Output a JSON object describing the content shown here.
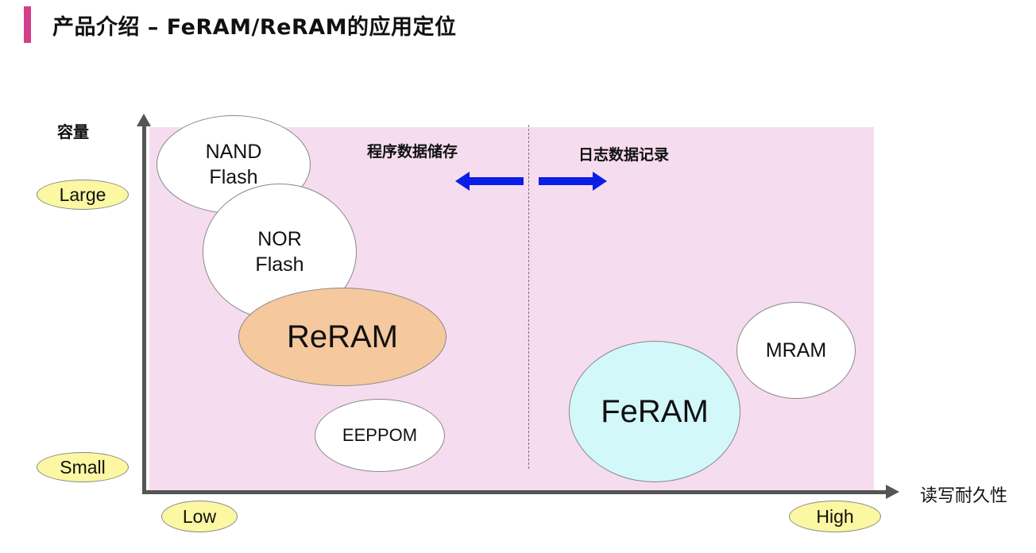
{
  "header": {
    "title": "产品介绍 – FeRAM/ReRAM的应用定位",
    "accent_color": "#d63d8a"
  },
  "axes": {
    "y_title": "容量",
    "x_title": "读写耐久性",
    "y_high": "Large",
    "y_low": "Small",
    "x_low": "Low",
    "x_high": "High"
  },
  "regions": {
    "left_label": "程序数据储存",
    "right_label": "日志数据记录",
    "left_arrow": "arrow-left",
    "right_arrow": "arrow-right",
    "arrow_color": "#0a1ee6",
    "background_color": "#f6dcef"
  },
  "bubbles": [
    {
      "id": "nand",
      "line1": "NAND",
      "line2": "Flash",
      "fill": "#ffffff"
    },
    {
      "id": "nor",
      "line1": "NOR",
      "line2": "Flash",
      "fill": "#ffffff"
    },
    {
      "id": "reram",
      "line1": "ReRAM",
      "line2": "",
      "fill": "#f5c89e"
    },
    {
      "id": "eeppom",
      "line1": "EEPPOM",
      "line2": "",
      "fill": "#ffffff"
    },
    {
      "id": "mram",
      "line1": "MRAM",
      "line2": "",
      "fill": "#ffffff"
    },
    {
      "id": "feram",
      "line1": "FeRAM",
      "line2": "",
      "fill": "#d2f8fa"
    }
  ],
  "pill_color": "#fbf7a2"
}
